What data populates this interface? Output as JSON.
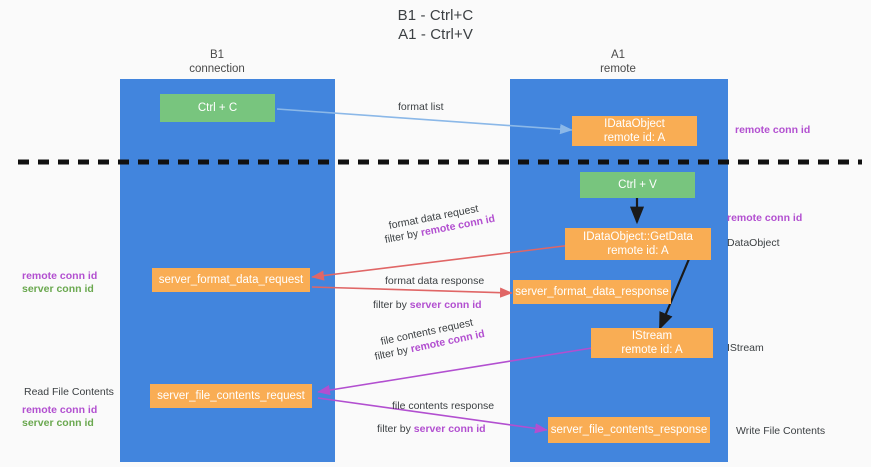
{
  "title": {
    "line1": "B1 - Ctrl+C",
    "line2": "A1 - Ctrl+V"
  },
  "lanes": [
    {
      "id": "b1",
      "name": "B1",
      "sub": "connection",
      "color": "#4285dd"
    },
    {
      "id": "a1",
      "name": "A1",
      "sub": "remote",
      "color": "#4285dd"
    }
  ],
  "nodes": {
    "ctrl_c": {
      "line1": "Ctrl + C",
      "line2": ""
    },
    "idataobject": {
      "line1": "IDataObject",
      "line2": "remote id: A"
    },
    "ctrl_v": {
      "line1": "Ctrl + V",
      "line2": ""
    },
    "getdata": {
      "line1": "IDataObject::GetData",
      "line2": "remote id: A"
    },
    "fmt_req": {
      "line1": "server_format_data_request",
      "line2": ""
    },
    "fmt_resp": {
      "line1": "server_format_data_response",
      "line2": ""
    },
    "istream": {
      "line1": "IStream",
      "line2": "remote id: A"
    },
    "file_req": {
      "line1": "server_file_contents_request",
      "line2": ""
    },
    "file_resp": {
      "line1": "server_file_contents_response",
      "line2": ""
    }
  },
  "edge_labels": {
    "format_list": "format list",
    "fmt_req_1": "format data request",
    "fmt_req_2_pre": "filter by ",
    "fmt_req_2_key": "remote conn id",
    "fmt_resp_1": "format data response",
    "fmt_resp_2_pre": "filter by ",
    "fmt_resp_2_key": "server conn id",
    "file_req_1": "file contents request",
    "file_req_2_pre": "filter by ",
    "file_req_2_key": "remote conn id",
    "file_resp_1": "file contents response",
    "file_resp_2_pre": "filter by ",
    "file_resp_2_key": "server conn id"
  },
  "annotations": {
    "right_top_remote_conn_id": "remote conn id",
    "right_mid_remote_conn_id": "remote conn id",
    "right_dataobject": "DataObject",
    "right_istream": "IStream",
    "right_write_file_contents": "Write File Contents",
    "left_remote_conn_id_1": "remote conn id",
    "left_server_conn_id_1": "server conn id",
    "left_read_file_contents": "Read File Contents",
    "left_remote_conn_id_2": "remote conn id",
    "left_server_conn_id_2": "server conn id"
  },
  "colors": {
    "lane": "#4285dd",
    "green_node": "#78c57e",
    "orange_node": "#f9ad54",
    "arrow_blue": "#8bb8e8",
    "arrow_red": "#e06666",
    "arrow_purple": "#b24fd0",
    "arrow_black": "#1a1a1a",
    "divider": "#111111",
    "key_purple": "#b24fd0",
    "key_green": "#6aa84f",
    "background": "#fafafa"
  }
}
